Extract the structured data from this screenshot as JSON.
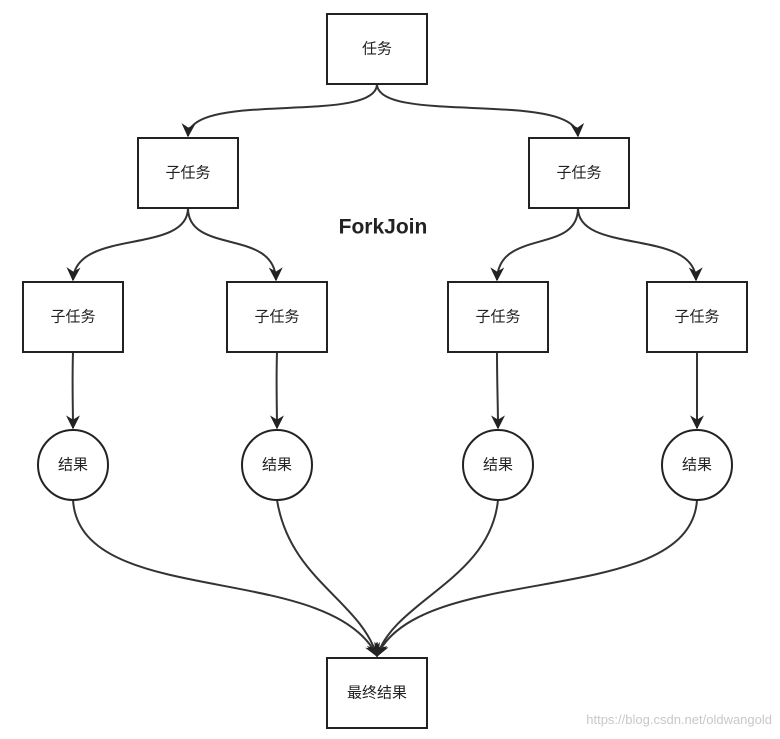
{
  "diagram": {
    "title": "ForkJoin",
    "nodes": {
      "task": "任务",
      "subtask_left": "子任务",
      "subtask_right": "子任务",
      "subtask_ll": "子任务",
      "subtask_lr": "子任务",
      "subtask_rl": "子任务",
      "subtask_rr": "子任务",
      "result_1": "结果",
      "result_2": "结果",
      "result_3": "结果",
      "result_4": "结果",
      "final_result": "最终结果"
    },
    "edges": [
      {
        "from": "task",
        "to": "subtask_left"
      },
      {
        "from": "task",
        "to": "subtask_right"
      },
      {
        "from": "subtask_left",
        "to": "subtask_ll"
      },
      {
        "from": "subtask_left",
        "to": "subtask_lr"
      },
      {
        "from": "subtask_right",
        "to": "subtask_rl"
      },
      {
        "from": "subtask_right",
        "to": "subtask_rr"
      },
      {
        "from": "subtask_ll",
        "to": "result_1"
      },
      {
        "from": "subtask_lr",
        "to": "result_2"
      },
      {
        "from": "subtask_rl",
        "to": "result_3"
      },
      {
        "from": "subtask_rr",
        "to": "result_4"
      },
      {
        "from": "result_1",
        "to": "final_result"
      },
      {
        "from": "result_2",
        "to": "final_result"
      },
      {
        "from": "result_3",
        "to": "final_result"
      },
      {
        "from": "result_4",
        "to": "final_result"
      }
    ],
    "colors": {
      "stroke": "#222222",
      "background": "#ffffff"
    }
  },
  "watermark": "https://blog.csdn.net/oldwangold"
}
